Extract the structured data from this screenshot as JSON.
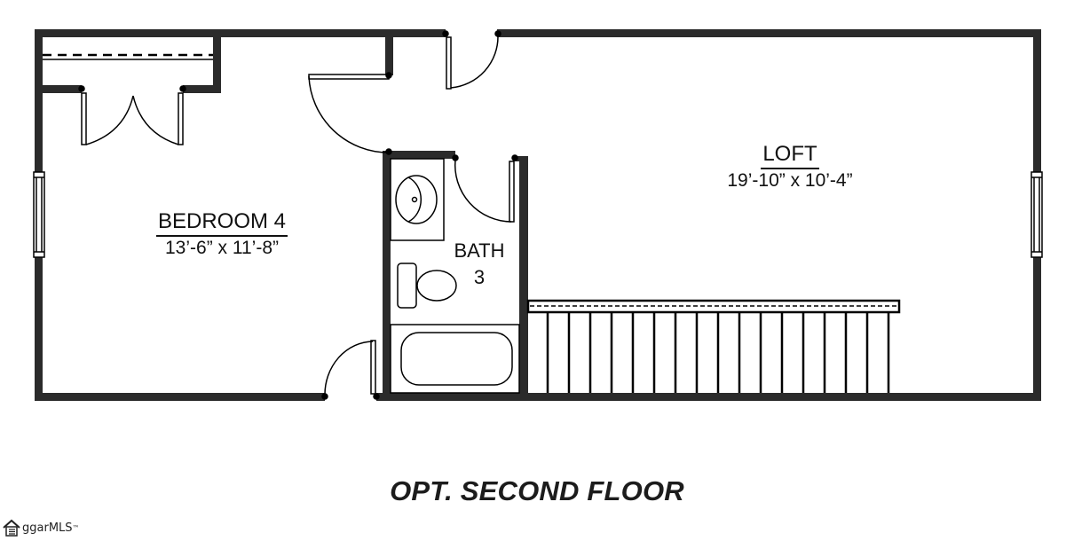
{
  "plan": {
    "title": "OPT. SECOND FLOOR",
    "wall_color": "#2b2b2b",
    "line_color": "#000000",
    "background": "#ffffff"
  },
  "rooms": [
    {
      "id": "bedroom-4",
      "name": "BEDROOM 4",
      "dimensions": "13’-6” x 11’-8”"
    },
    {
      "id": "loft",
      "name": "LOFT",
      "dimensions": "19’-10” x 10’-4”"
    },
    {
      "id": "bath-3",
      "name": "BATH",
      "number": "3"
    }
  ],
  "fixtures": {
    "bath": [
      "sink",
      "toilet",
      "bathtub"
    ],
    "bedroom": [
      "closet-shelf",
      "double-closet-doors",
      "window"
    ],
    "loft": [
      "window",
      "stair-railing"
    ]
  },
  "watermark": {
    "brand": "ggarMLS",
    "trademark": "™"
  }
}
